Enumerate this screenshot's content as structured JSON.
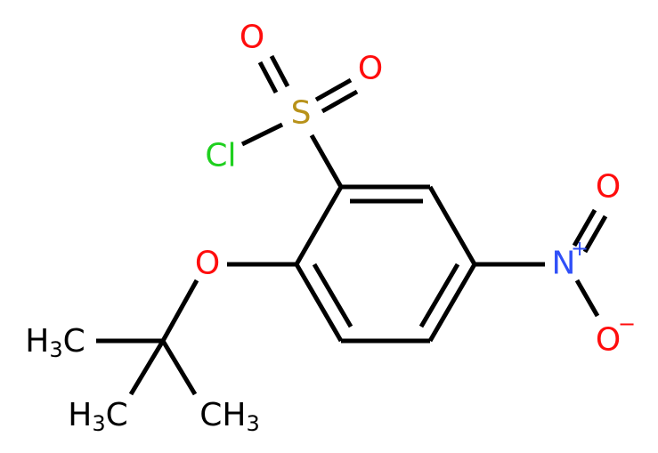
{
  "molecule": {
    "atoms": {
      "o_sulfonyl_top": "O",
      "o_sulfonyl_right": "O",
      "sulfur": "S",
      "chlorine": "Cl",
      "o_ether": "O",
      "nitrogen": "N",
      "n_charge": "+",
      "o_nitro_top": "O",
      "o_nitro_bottom": "O",
      "o_charge": "−",
      "methyl_left": {
        "h": "H",
        "sub": "3",
        "c": "C"
      },
      "methyl_bottom_left": {
        "h": "H",
        "sub": "3",
        "c": "C"
      },
      "methyl_bottom_right": {
        "c": "CH",
        "sub": "3"
      }
    },
    "colors": {
      "oxygen": "#ff0d0d",
      "nitrogen": "#3050f8",
      "sulfur": "#b8921a",
      "chlorine": "#1fd01f",
      "carbon": "#000000"
    }
  }
}
